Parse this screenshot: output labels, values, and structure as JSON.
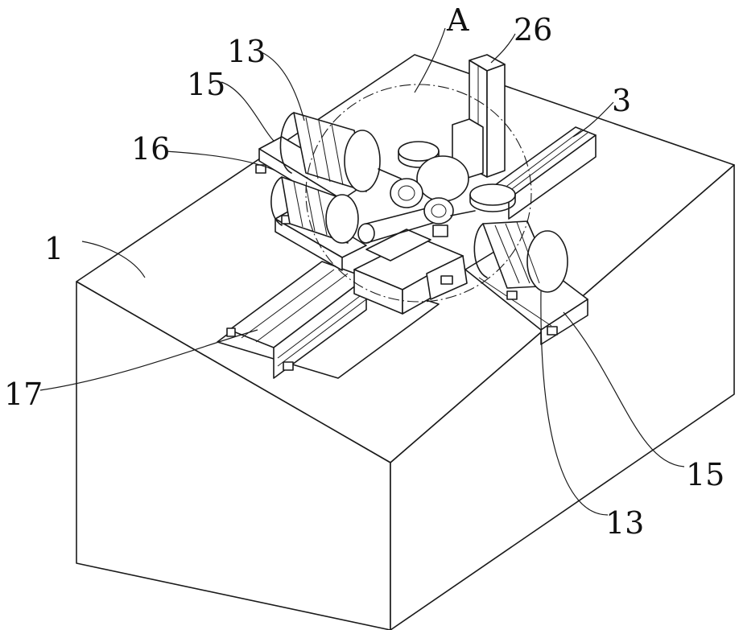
{
  "labels": {
    "base": "1",
    "rail_right": "3",
    "motor_upper": "13",
    "motor_lower": "13",
    "slider_upper": "15",
    "slider_lower": "15",
    "belt_motor": "16",
    "rail_front": "17",
    "column": "26",
    "detail_region": "A"
  }
}
